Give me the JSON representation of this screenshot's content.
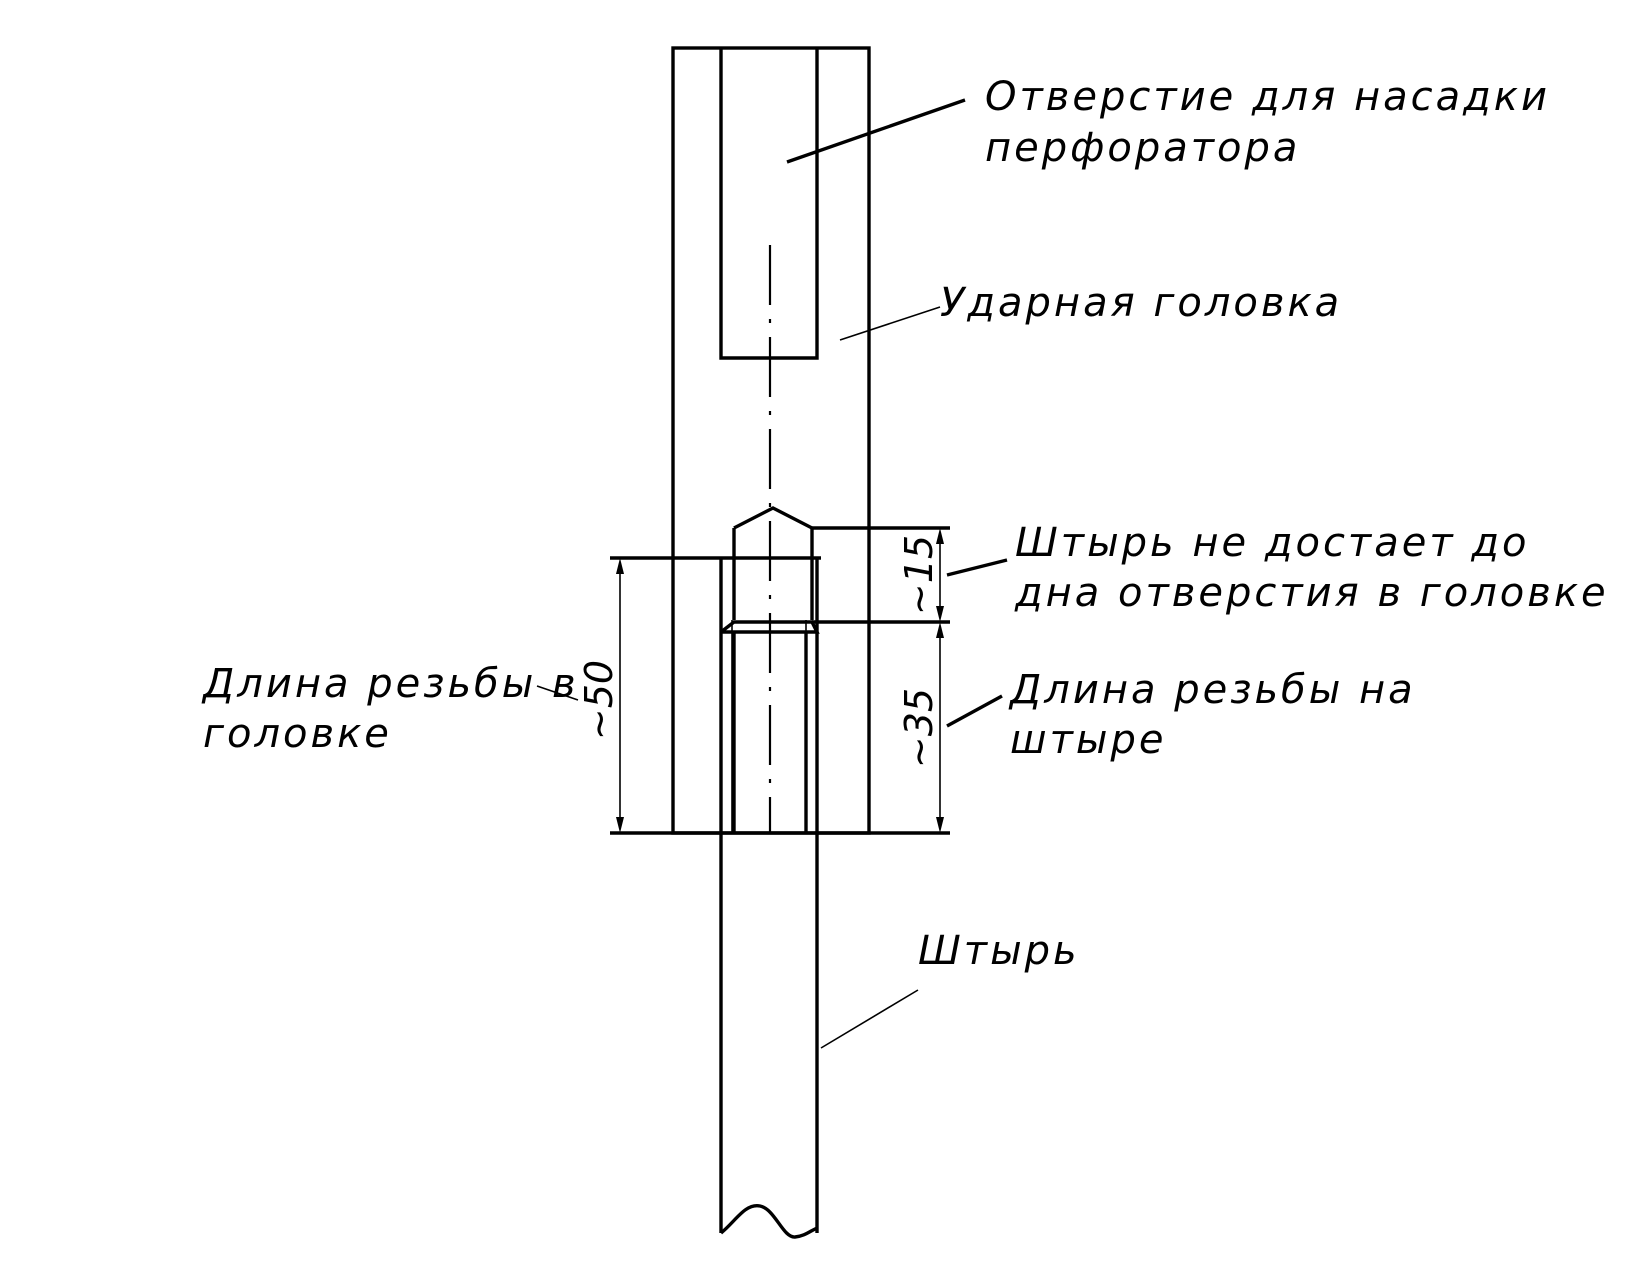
{
  "labels": {
    "hole": [
      "Отверстие для насадки",
      "перфоратора"
    ],
    "head": [
      "Ударная головка"
    ],
    "pin_gap": [
      "Штырь не достает до",
      "дна отверстия в головке"
    ],
    "thread_head": [
      "Длина резьбы в",
      "головке"
    ],
    "thread_pin": [
      "Длина резьбы на",
      "штыре"
    ],
    "pin": [
      "Штырь"
    ]
  },
  "dimensions": {
    "d15": "~15",
    "d35": "~35",
    "d50": "~50"
  }
}
